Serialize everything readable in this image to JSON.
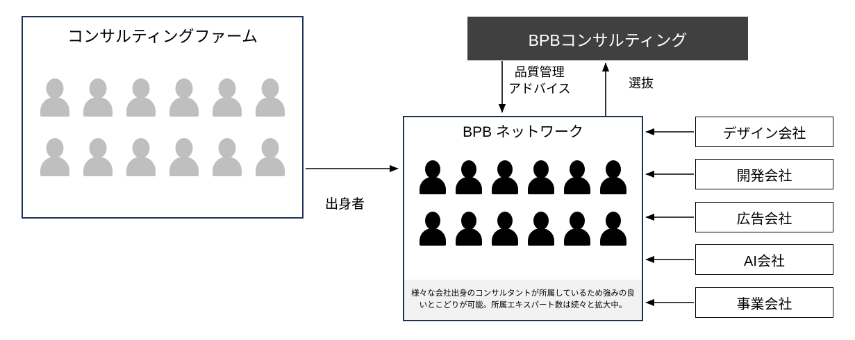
{
  "diagram": {
    "title_colors": {
      "box_border": "#1F3057",
      "dark_box_fill": "#404040",
      "dark_box_text": "#FFFFFF",
      "gray_person": "#BFBFBF",
      "black_person": "#000000",
      "caption_band": "#F2F2F2"
    },
    "firm_box": {
      "title": "コンサルティングファーム",
      "person_rows": [
        6,
        6
      ],
      "person_icon": "person-icon"
    },
    "consulting_box": {
      "label": "BPBコンサルティング"
    },
    "network_box": {
      "title": "BPB ネットワーク",
      "person_rows": [
        6,
        6
      ],
      "person_icon": "person-icon",
      "caption_line_1": "様々な会社出身のコンサルタントが所属しているため強みの良",
      "caption_line_2": "いとこどりが可能。所属エキスパート数は続々と拡大中。"
    },
    "edges": {
      "quality_line_1": "品質管理",
      "quality_line_2": "アドバイス",
      "select": "選抜",
      "origin": "出身者"
    },
    "companies": [
      {
        "label": "デザイン会社"
      },
      {
        "label": "開発会社"
      },
      {
        "label": "広告会社"
      },
      {
        "label": "AI会社"
      },
      {
        "label": "事業会社"
      }
    ]
  }
}
